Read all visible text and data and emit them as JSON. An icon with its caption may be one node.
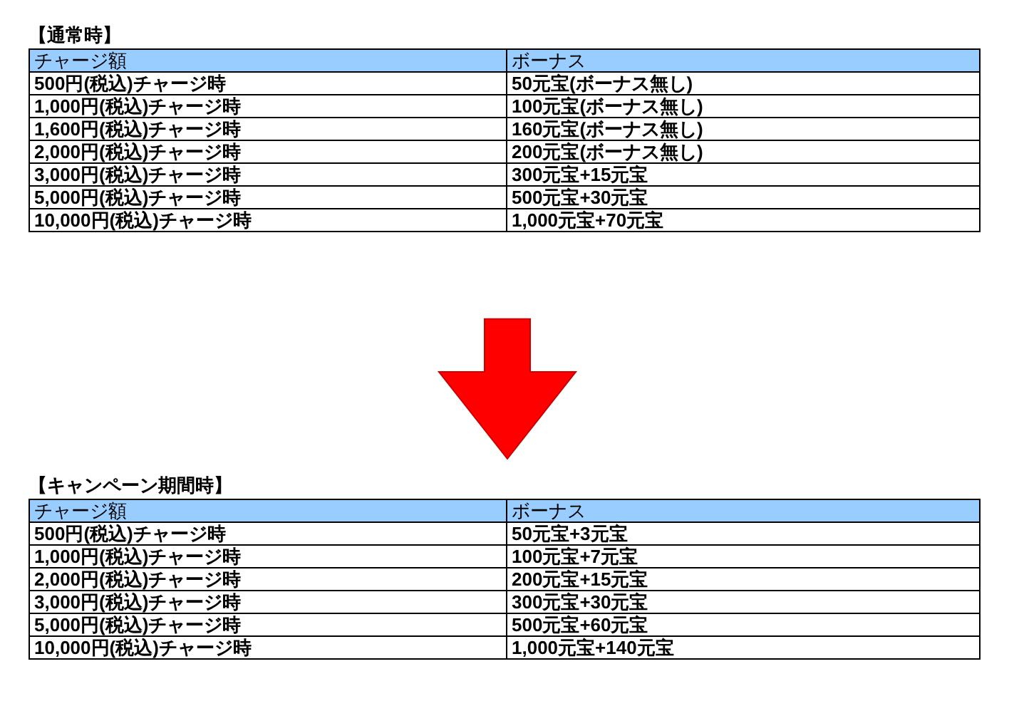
{
  "diagram": {
    "nodes": [
      {
        "text": [
          "【通常時】"
        ]
      },
      {
        "text": [
          "【キャンペーン期間時】"
        ]
      }
    ],
    "edges": [
      {
        "from": 0,
        "to": 1,
        "arrow": "to"
      }
    ],
    "labels": [
      "チャージ額",
      "ボーナス",
      "500円(税込)チャージ時",
      "50元宝(ボーナス無し)",
      "1,000円(税込)チャージ時",
      "100元宝(ボーナス無し)",
      "1,600円(税込)チャージ時",
      "160元宝(ボーナス無し)",
      "2,000円(税込)チャージ時",
      "200元宝(ボーナス無し)",
      "3,000円(税込)チャージ時",
      "300元宝+15元宝",
      "5,000円(税込)チャージ時",
      "500元宝+30元宝",
      "10,000円(税込)チャージ時",
      "1,000元宝+70元宝",
      "チャージ額",
      "ボーナス",
      "500円(税込)チャージ時",
      "50元宝+3元宝",
      "1,000円(税込)チャージ時",
      "100元宝+7元宝",
      "2,000円(税込)チャージ時",
      "200元宝+15元宝",
      "3,000円(税込)チャージ時",
      "300元宝+30元宝",
      "5,000円(税込)チャージ時",
      "500元宝+60元宝",
      "10,000円(税込)チャージ時",
      "1,000元宝+140元宝"
    ]
  }
}
